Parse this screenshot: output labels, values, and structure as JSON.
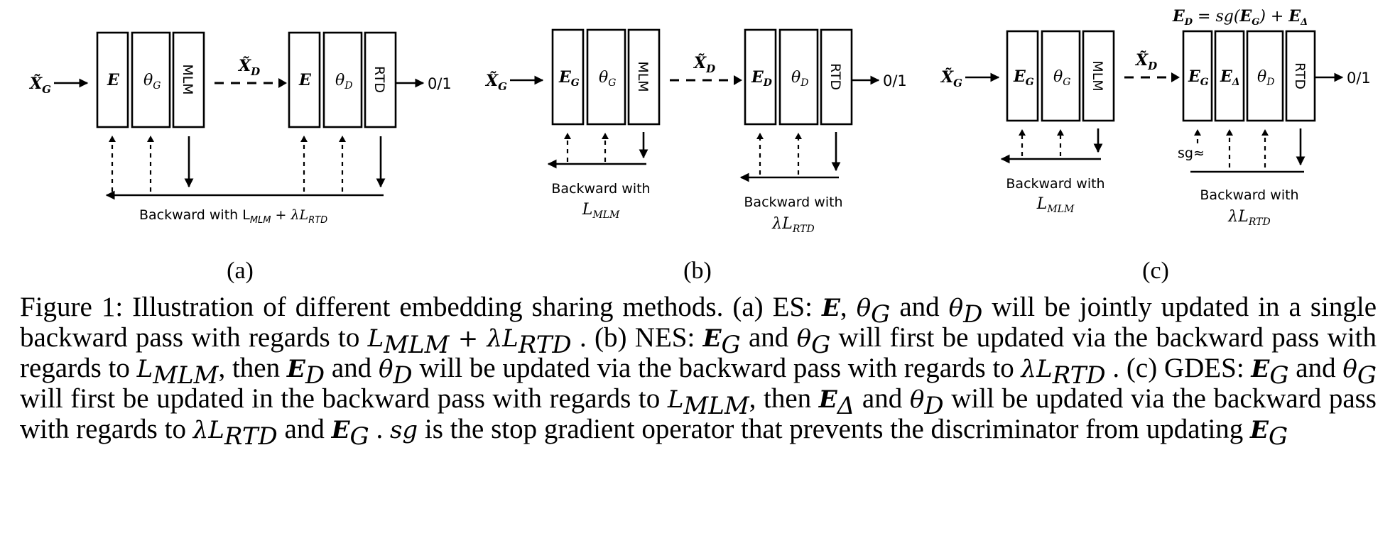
{
  "panels": [
    {
      "label": "(a)",
      "input": "X̃",
      "input_sub": "G",
      "gen_boxes": [
        {
          "text": "E",
          "sub": "",
          "style": "bold"
        },
        {
          "text": "θ",
          "sub": "G",
          "style": "italic"
        },
        {
          "text": "MLM",
          "sub": "",
          "style": "rotated"
        }
      ],
      "mid_label": "X̃",
      "mid_sub": "D",
      "disc_boxes": [
        {
          "text": "E",
          "sub": "",
          "style": "bold"
        },
        {
          "text": "θ",
          "sub": "D",
          "style": "italic"
        },
        {
          "text": "RTD",
          "sub": "",
          "style": "rotated"
        }
      ],
      "output": "0/1",
      "backward_label": "Backward with L",
      "backward_sub1": "MLM",
      "backward_mid": " + λL",
      "backward_sub2": "RTD"
    },
    {
      "label": "(b)",
      "input": "X̃",
      "input_sub": "G",
      "gen_boxes": [
        {
          "text": "E",
          "sub": "G",
          "style": "bold"
        },
        {
          "text": "θ",
          "sub": "G",
          "style": "italic"
        },
        {
          "text": "MLM",
          "sub": "",
          "style": "rotated"
        }
      ],
      "mid_label": "X̃",
      "mid_sub": "D",
      "disc_boxes": [
        {
          "text": "E",
          "sub": "D",
          "style": "bold"
        },
        {
          "text": "θ",
          "sub": "D",
          "style": "italic"
        },
        {
          "text": "RTD",
          "sub": "",
          "style": "rotated"
        }
      ],
      "output": "0/1",
      "backward_gen_line1": "Backward with",
      "backward_gen_line2": "L",
      "backward_gen_sub": "MLM",
      "backward_disc_line1": "Backward with",
      "backward_disc_line2": "λL",
      "backward_disc_sub": "RTD"
    },
    {
      "label": "(c)",
      "input": "X̃",
      "input_sub": "G",
      "gen_boxes": [
        {
          "text": "E",
          "sub": "G",
          "style": "bold"
        },
        {
          "text": "θ",
          "sub": "G",
          "style": "italic"
        },
        {
          "text": "MLM",
          "sub": "",
          "style": "rotated"
        }
      ],
      "mid_label": "X̃",
      "mid_sub": "D",
      "disc_boxes": [
        {
          "text": "E",
          "sub": "G",
          "style": "bold"
        },
        {
          "text": "E",
          "sub": "Δ",
          "style": "bold"
        },
        {
          "text": "θ",
          "sub": "D",
          "style": "italic"
        },
        {
          "text": "RTD",
          "sub": "",
          "style": "rotated"
        }
      ],
      "output": "0/1",
      "top_equation_lhs": "E",
      "top_equation_lhs_sub": "D",
      "top_equation_mid": " = sg(",
      "top_equation_mid_var": "E",
      "top_equation_mid_sub": "G",
      "top_equation_plus": ") + ",
      "top_equation_rhs": "E",
      "top_equation_rhs_sub": "Δ",
      "sg_label": "sg",
      "sg_symbol": "≈",
      "backward_gen_line1": "Backward with",
      "backward_gen_line2": "L",
      "backward_gen_sub": "MLM",
      "backward_disc_line1": "Backward with",
      "backward_disc_line2": "λL",
      "backward_disc_sub": "RTD"
    }
  ],
  "caption": {
    "c01": "Figure 1: Illustration of different embedding sharing methods. (a) ES: ",
    "c02": "E",
    "c03": ", ",
    "c04": "θ",
    "c05": "G",
    "c06": " and ",
    "c07": "θ",
    "c08": "D",
    "c09": " will be jointly updated in a single backward pass with regards to ",
    "c10": "L",
    "c11": "MLM",
    "c12": " + λL",
    "c13": "RTD",
    "c14": " . (b) NES: ",
    "c15": "E",
    "c16": "G",
    "c17": " and ",
    "c18": "θ",
    "c19": "G",
    "c20": " will first be updated via the backward pass with regards to ",
    "c21": "L",
    "c22": "MLM",
    "c23": ", then ",
    "c24": "E",
    "c25": "D",
    "c26": " and ",
    "c27": "θ",
    "c28": "D",
    "c29": " will be updated via the backward pass with regards to ",
    "c30": "λL",
    "c31": "RTD",
    "c32": " . (c) GDES: ",
    "c33": "E",
    "c34": "G",
    "c35": " and ",
    "c36": "θ",
    "c37": "G",
    "c38": " will first be updated in the backward pass with regards to ",
    "c39": "L",
    "c40": "MLM",
    "c41": ", then ",
    "c42": "E",
    "c43": "Δ",
    "c44": " and ",
    "c45": "θ",
    "c46": "D",
    "c47": " will be updated via the backward pass with regards to ",
    "c48": "λL",
    "c49": "RTD",
    "c50": " and ",
    "c51": "E",
    "c52": "G",
    "c53": " . ",
    "c54": "sg",
    "c55": " is the stop gradient operator that prevents the discriminator from updating ",
    "c56": "E",
    "c57": "G"
  }
}
